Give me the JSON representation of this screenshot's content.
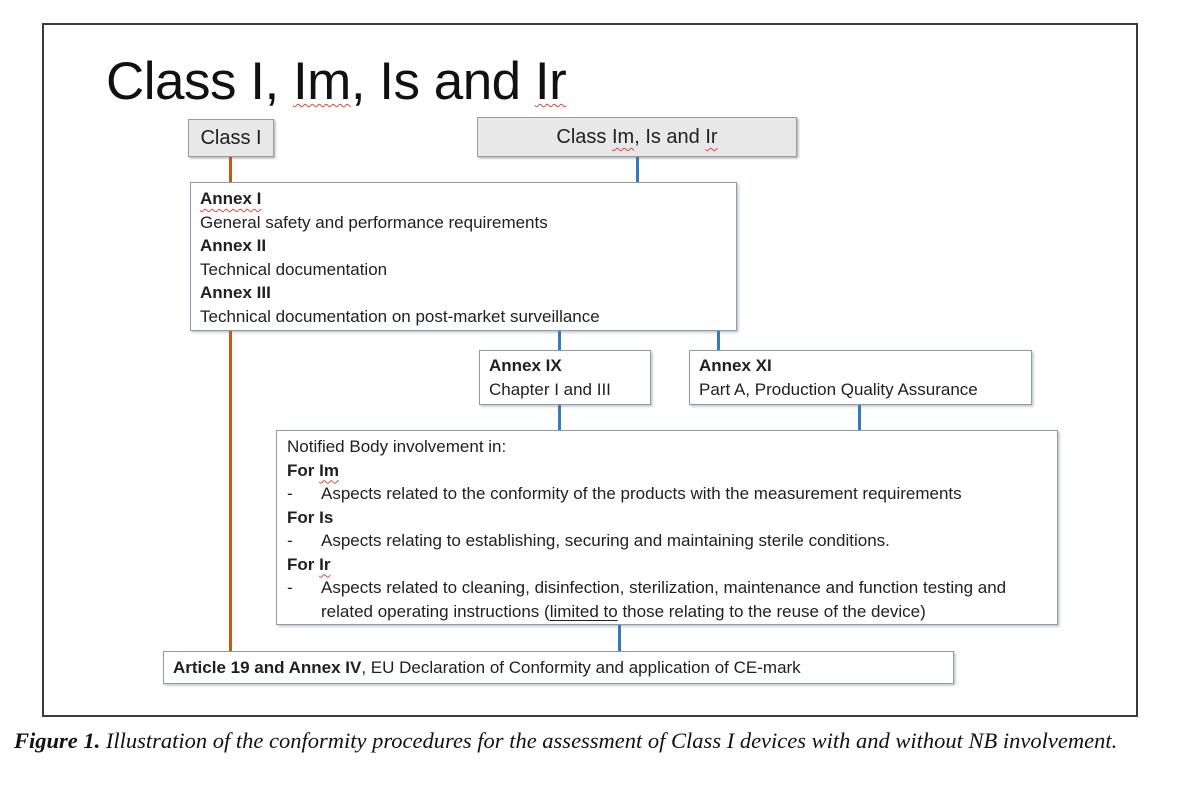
{
  "title": {
    "parts": [
      "Class I, ",
      "Im",
      ", Is and ",
      "Ir"
    ]
  },
  "boxes": {
    "class_i": {
      "label": "Class I"
    },
    "class_im": {
      "parts": [
        "Class ",
        "Im",
        ", Is and ",
        "Ir"
      ]
    },
    "annex_main": {
      "lines": [
        "Annex I",
        "General safety and performance requirements",
        "Annex II",
        "Technical documentation",
        "Annex III",
        "Technical documentation on post-market surveillance"
      ]
    },
    "annex_ix": {
      "title": "Annex IX",
      "subtitle": "Chapter I and III"
    },
    "annex_xi": {
      "title": "Annex XI",
      "subtitle": "Part A, Production Quality Assurance"
    },
    "notified_body": {
      "intro": "Notified Body involvement in:",
      "dash": "-",
      "sections": [
        {
          "label_plain": "For ",
          "label_flagged": "Im",
          "bullet": "Aspects related to the conformity of the products with the measurement requirements"
        },
        {
          "label_plain": "For Is",
          "label_flagged": "",
          "bullet": "Aspects relating to establishing, securing and maintaining sterile conditions."
        },
        {
          "label_plain": "For ",
          "label_flagged": "Ir",
          "bullet_parts": {
            "pre": "Aspects related to cleaning, disinfection, sterilization, maintenance and function testing and related operating instructions (",
            "underlined": "limited to",
            "post": " those relating to the reuse of the device)"
          }
        }
      ]
    },
    "article": {
      "bold": "Article 19 and Annex IV",
      "rest": ", EU Declaration of Conformity and application of CE-mark"
    }
  },
  "caption": {
    "label": "Figure 1.",
    "text": " Illustration of the conformity procedures for the assessment of Class I devices with and without NB involvement."
  },
  "colors": {
    "connector_blue": "#3679c0",
    "connector_orange": "#c55a11",
    "header_box_fill": "#e8e8e8",
    "spellcheck_red": "#e2453c"
  }
}
